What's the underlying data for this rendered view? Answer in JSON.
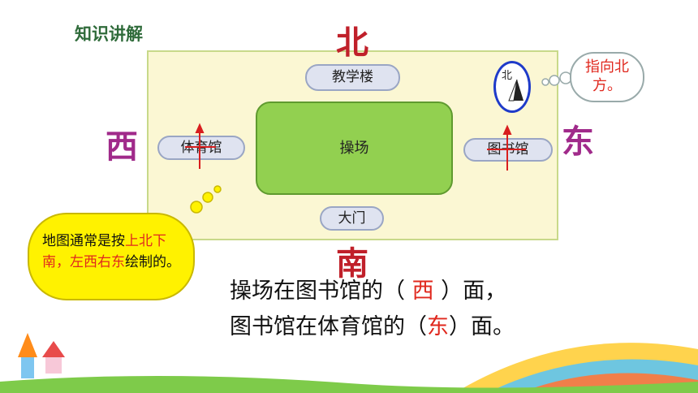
{
  "header": {
    "title": "知识讲解"
  },
  "directions": {
    "north": "北",
    "south": "南",
    "west": "西",
    "east": "东"
  },
  "map": {
    "teaching_building": "教学楼",
    "gym": "体育馆",
    "playground": "操场",
    "library": "图书馆",
    "gate": "大门",
    "compass_label": "北"
  },
  "bubbles": {
    "right_text": "指向北方。",
    "left": {
      "line1": "地图通常是按",
      "part_red1": "上北下南，左西右东",
      "part_black2": "绘制的。"
    }
  },
  "questions": [
    {
      "before": "操场在图书馆的（ ",
      "answer": "西",
      "after": " ）面，"
    },
    {
      "before": "图书馆在体育馆的（",
      "answer": "东",
      "after": "）面。"
    }
  ],
  "colors": {
    "title": "#2f6b3a",
    "north_south": "#c0202a",
    "west_east": "#a02a8a",
    "answer": "#e0281e",
    "playground": "#92d050",
    "map_bg": "#fbf7d3"
  }
}
